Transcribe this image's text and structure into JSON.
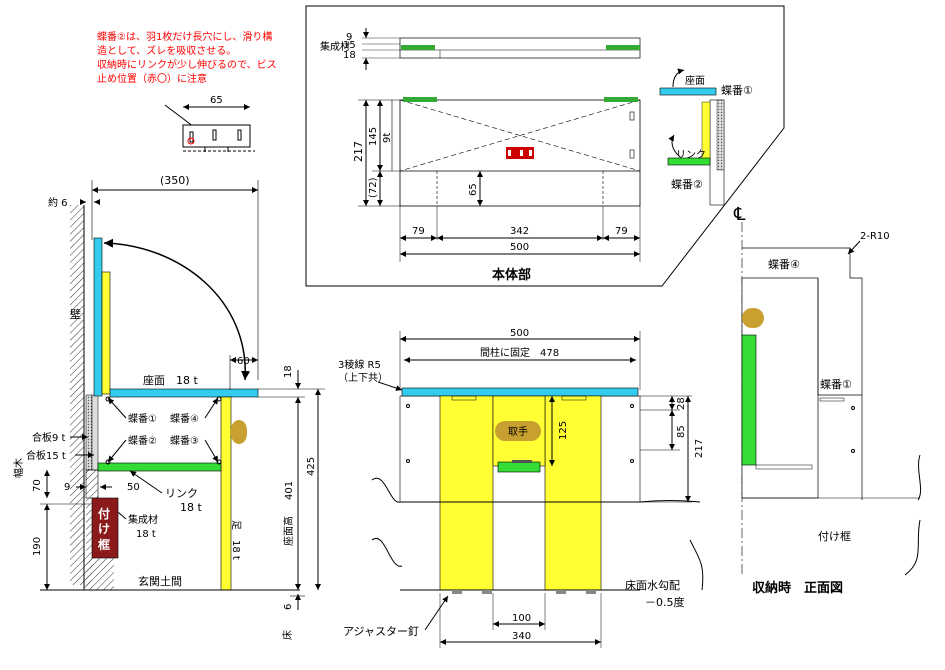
{
  "note": {
    "line1": "蝶番②は、羽1枚だけ長穴にし、滑り構",
    "line2": "造として、ズレを吸収させる。",
    "line3": "収納時にリンクが少し伸びるので、ビス",
    "line4": "止め位置（赤〇）に注意"
  },
  "detail": {
    "dim65": "65"
  },
  "side": {
    "dim350": "(350)",
    "approx6": "約 6",
    "wall": "壁",
    "dim60": "60",
    "seat": "座面　18 t",
    "hinge1": "蝶番①",
    "hinge4": "蝶番④",
    "hinge2": "蝶番②",
    "hinge3": "蝶番③",
    "ply9": "合板9 t",
    "ply15": "合板15 t",
    "beam": "幅木",
    "dim70": "70",
    "dim9": "9",
    "dim50": "50",
    "link": "リンク",
    "link_t": "18 t",
    "laminated": "集成材",
    "laminated_t": "18 t",
    "frame_l1": "付",
    "frame_l2": "け",
    "frame_l3": "框",
    "dim190": "190",
    "leg": "足　18 t",
    "dim401": "401",
    "seat_height": "座面高",
    "dim425": "425",
    "dim18": "18",
    "dim6": "6",
    "floor_label": "床",
    "genkan": "玄関土間"
  },
  "body": {
    "d9": "9",
    "d15": "15",
    "d18": "18",
    "laminated": "集成材",
    "d217": "217",
    "d145": "145",
    "d9t": "9t",
    "d72": "(72)",
    "d65": "65",
    "d79a": "79",
    "d342": "342",
    "d79b": "79",
    "d500": "500",
    "title": "本体部"
  },
  "mini": {
    "seat": "座面",
    "hinge1": "蝶番①",
    "link": "リンク",
    "hinge2": "蝶番②"
  },
  "front": {
    "d500": "500",
    "fix": "間柱に固定　478",
    "edge1": "3稜線 R5",
    "edge2": "（上下共）",
    "d28": "28",
    "d85": "85",
    "d217": "217",
    "handle": "取手",
    "d125": "125",
    "slope1": "床面水勾配",
    "slope2": "－0.5度",
    "d100": "100",
    "d340": "340",
    "adjuster": "アジャスター釘"
  },
  "stored": {
    "cl": "℄",
    "r10": "2-R10",
    "hinge4": "蝶番④",
    "hinge1": "蝶番①",
    "frame": "付け框",
    "title": "収納時　正面図"
  },
  "colors": {
    "cyan": "#33ccee",
    "yellow": "#ffff33",
    "green": "#33dd33",
    "maroon": "#8b1a1a",
    "olive": "#c8a030",
    "red": "#ff0000",
    "darkred": "#cc0000"
  }
}
